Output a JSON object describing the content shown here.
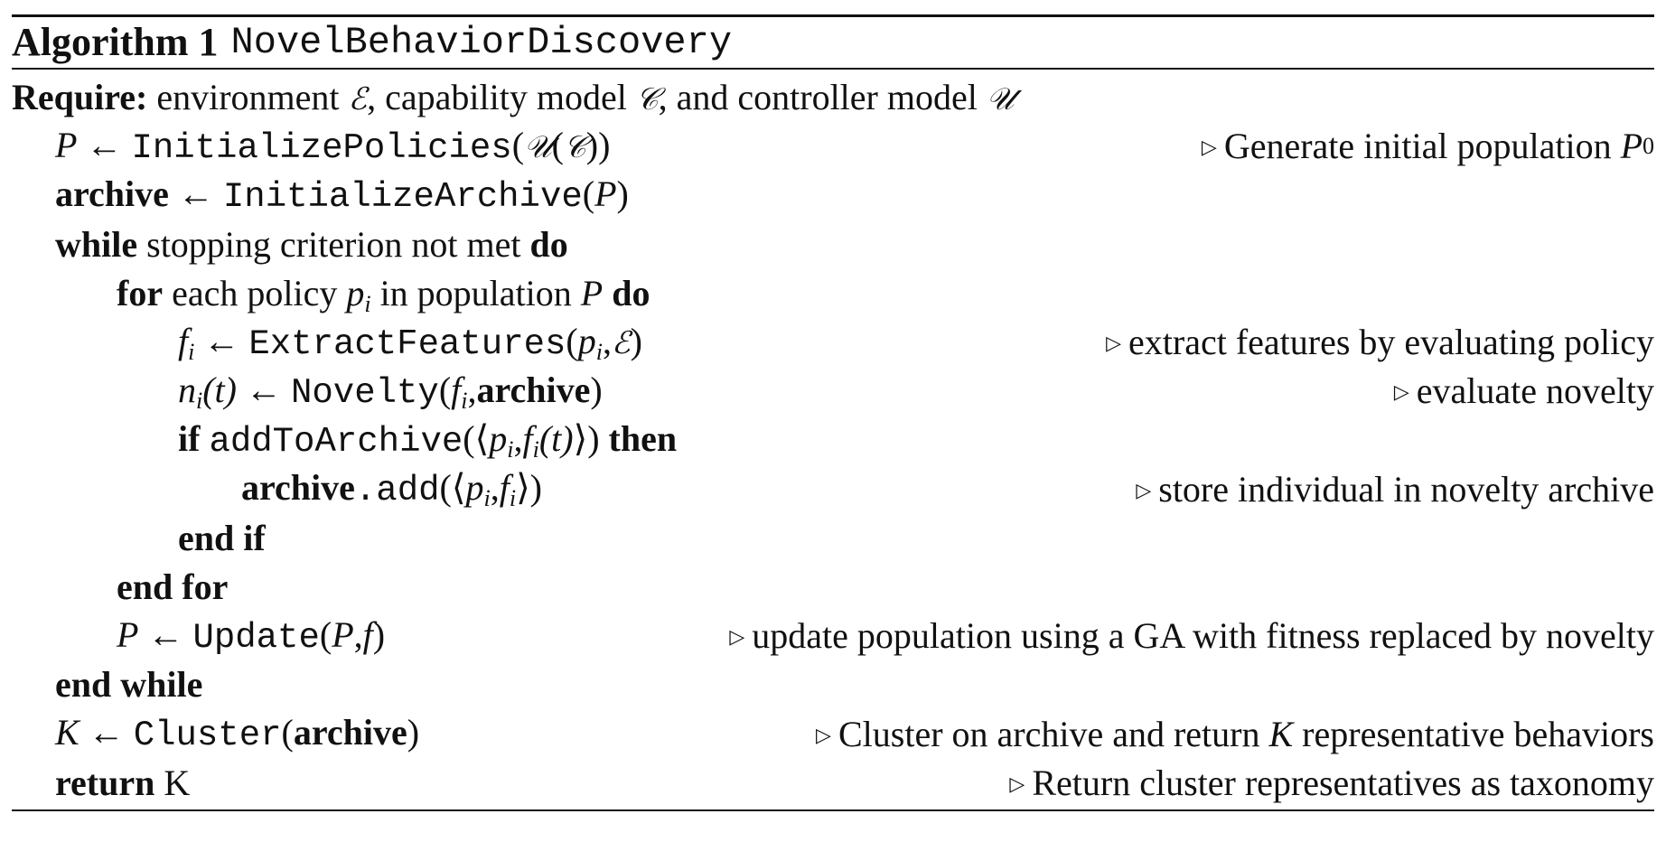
{
  "algorithm": {
    "label": "Algorithm 1",
    "name": "NovelBehaviorDiscovery"
  },
  "require": {
    "keyword": "Require:",
    "text_a": "environment",
    "env_symbol": "ℰ",
    "text_b": ", capability model",
    "cap_symbol": "𝒞",
    "text_c": ", and controller model",
    "ctrl_symbol": "𝒰"
  },
  "lines": {
    "l1": {
      "lhs": "P",
      "arrow": "←",
      "func": "InitializePolicies",
      "open": "(",
      "u": "𝒰",
      "open2": "(",
      "c": "𝒞",
      "close": "))",
      "comment": "Generate initial population",
      "comment_var": "P",
      "comment_sub": "0"
    },
    "l2": {
      "kw": "archive",
      "arrow": "←",
      "func": "InitializeArchive",
      "open": "(",
      "arg": "P",
      "close": ")"
    },
    "l3": {
      "kw_while": "while",
      "text": "stopping criterion not met",
      "kw_do": "do"
    },
    "l4": {
      "kw_for": "for",
      "text_a": "each policy",
      "var": "p",
      "sub": "i",
      "text_b": "in population",
      "var2": "P",
      "kw_do": "do"
    },
    "l5": {
      "lhs": "f",
      "lhs_sub": "i",
      "arrow": "←",
      "func": "ExtractFeatures",
      "open": "(",
      "arg": "p",
      "arg_sub": "i",
      "comma": ",",
      "env": "ℰ",
      "close": ")",
      "comment": "extract features by evaluating policy"
    },
    "l6": {
      "lhs": "n",
      "lhs_sub": "i",
      "lhs_t": "(t)",
      "arrow": "←",
      "func": "Novelty",
      "open": "(",
      "arg": "f",
      "arg_sub": "i",
      "comma": ",",
      "kw": "archive",
      "close": ")",
      "comment": "evaluate novelty"
    },
    "l7": {
      "kw_if": "if",
      "func": "addToArchive",
      "open": "(⟨",
      "p": "p",
      "p_sub": "i",
      "comma": ",",
      "f": "f",
      "f_sub": "i",
      "t": "(t)",
      "close": "⟩)",
      "kw_then": "then"
    },
    "l8": {
      "kw": "archive",
      "method": ".add",
      "open": "(⟨",
      "p": "p",
      "p_sub": "i",
      "comma": ",",
      "f": "f",
      "f_sub": "i",
      "close": "⟩)",
      "comment": "store individual in novelty archive"
    },
    "l9": {
      "kw": "end if"
    },
    "l10": {
      "kw": "end for"
    },
    "l11": {
      "lhs": "P",
      "arrow": "←",
      "func": "Update",
      "open": "(",
      "a": "P",
      "comma": ",",
      "b": "f",
      "close": ")",
      "comment": "update population using a GA with fitness replaced by novelty"
    },
    "l12": {
      "kw": "end while"
    },
    "l13": {
      "lhs": "K",
      "arrow": "←",
      "func": "Cluster",
      "open": "(",
      "kw": "archive",
      "close": ")",
      "comment_a": "Cluster on archive and return",
      "comment_var": "K",
      "comment_b": "representative behaviors"
    },
    "l14": {
      "kw": "return",
      "text": "K",
      "comment": "Return cluster representatives as taxonomy"
    }
  },
  "comment_marker": "▷"
}
